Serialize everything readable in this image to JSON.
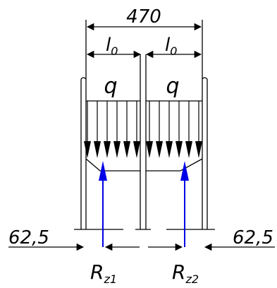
{
  "dimensions": {
    "total_span": "470",
    "left_segment": "l",
    "left_segment_sub": "0",
    "right_segment": "l",
    "right_segment_sub": "0",
    "left_overhang": "62,5",
    "right_overhang": "62,5"
  },
  "loads": {
    "left_label": "q",
    "right_label": "q"
  },
  "reactions": {
    "left_main": "R",
    "left_sub": "z1",
    "right_main": "R",
    "right_sub": "z2"
  },
  "colors": {
    "line": "#000000",
    "reaction": "#0000e6"
  }
}
